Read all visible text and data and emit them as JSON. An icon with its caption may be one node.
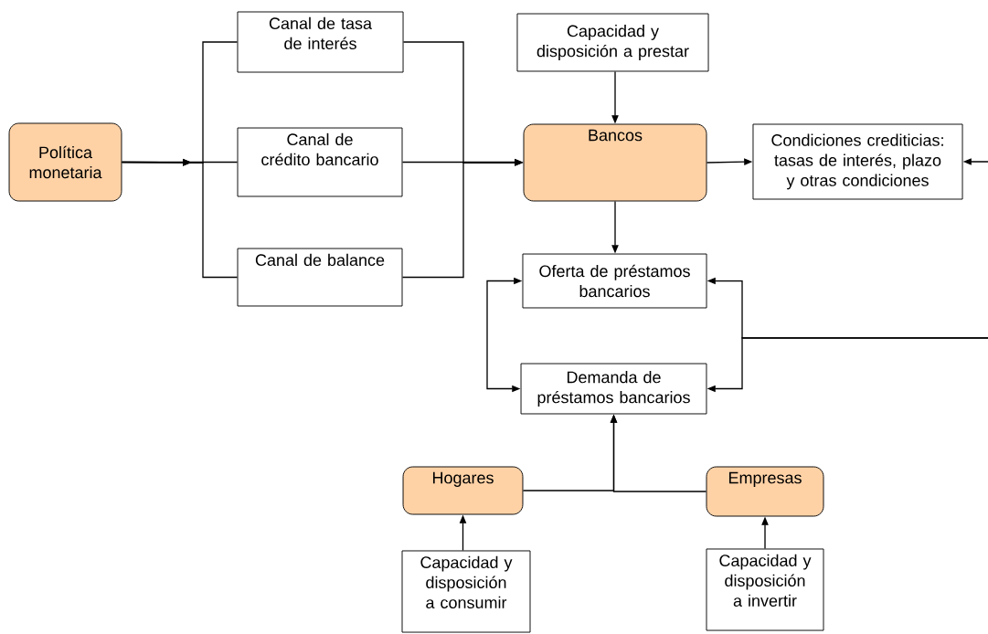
{
  "diagram": {
    "nodes": [
      {
        "text": [
          "Política monetaria"
        ]
      },
      {
        "text": [
          "Canal de tasa de interés"
        ]
      },
      {
        "text": [
          "Canal de crédito bancario"
        ]
      },
      {
        "text": [
          "Canal de balance"
        ]
      },
      {
        "text": [
          "Capacidad y disposición a prestar"
        ]
      },
      {
        "text": [
          "Bancos"
        ]
      },
      {
        "text": [
          "Condiciones crediticias: tasas de interés, plazo y otras condiciones"
        ]
      },
      {
        "text": [
          "Oferta de préstamos bancarios"
        ]
      },
      {
        "text": [
          "Demanda de préstamos bancarios"
        ]
      },
      {
        "text": [
          "Hogares"
        ]
      },
      {
        "text": [
          "Empresas"
        ]
      },
      {
        "text": [
          "Capacidad y disposición a consumir"
        ]
      },
      {
        "text": [
          "Capacidad y disposición a invertir"
        ]
      }
    ],
    "edges": [
      {
        "from": 0,
        "to": 1,
        "arrow": "to"
      },
      {
        "from": 0,
        "to": 2,
        "arrow": "to"
      },
      {
        "from": 0,
        "to": 3,
        "arrow": "to"
      },
      {
        "from": 1,
        "to": 5,
        "arrow": "to"
      },
      {
        "from": 2,
        "to": 5,
        "arrow": "to"
      },
      {
        "from": 3,
        "to": 5,
        "arrow": "to"
      },
      {
        "from": 4,
        "to": 5,
        "arrow": "to"
      },
      {
        "from": 5,
        "to": 6,
        "arrow": "to"
      },
      {
        "from": null,
        "to": 6,
        "arrow": "to"
      },
      {
        "from": 5,
        "to": 7,
        "arrow": "to"
      },
      {
        "from": 7,
        "to": 8,
        "arrow": "both"
      },
      {
        "from": null,
        "to": 7,
        "arrow": "to"
      },
      {
        "from": null,
        "to": 8,
        "arrow": "to"
      },
      {
        "from": 9,
        "to": 8,
        "arrow": "to"
      },
      {
        "from": 10,
        "to": 8,
        "arrow": "to"
      },
      {
        "from": 11,
        "to": 9,
        "arrow": "to"
      },
      {
        "from": 12,
        "to": 10,
        "arrow": "to"
      }
    ]
  }
}
